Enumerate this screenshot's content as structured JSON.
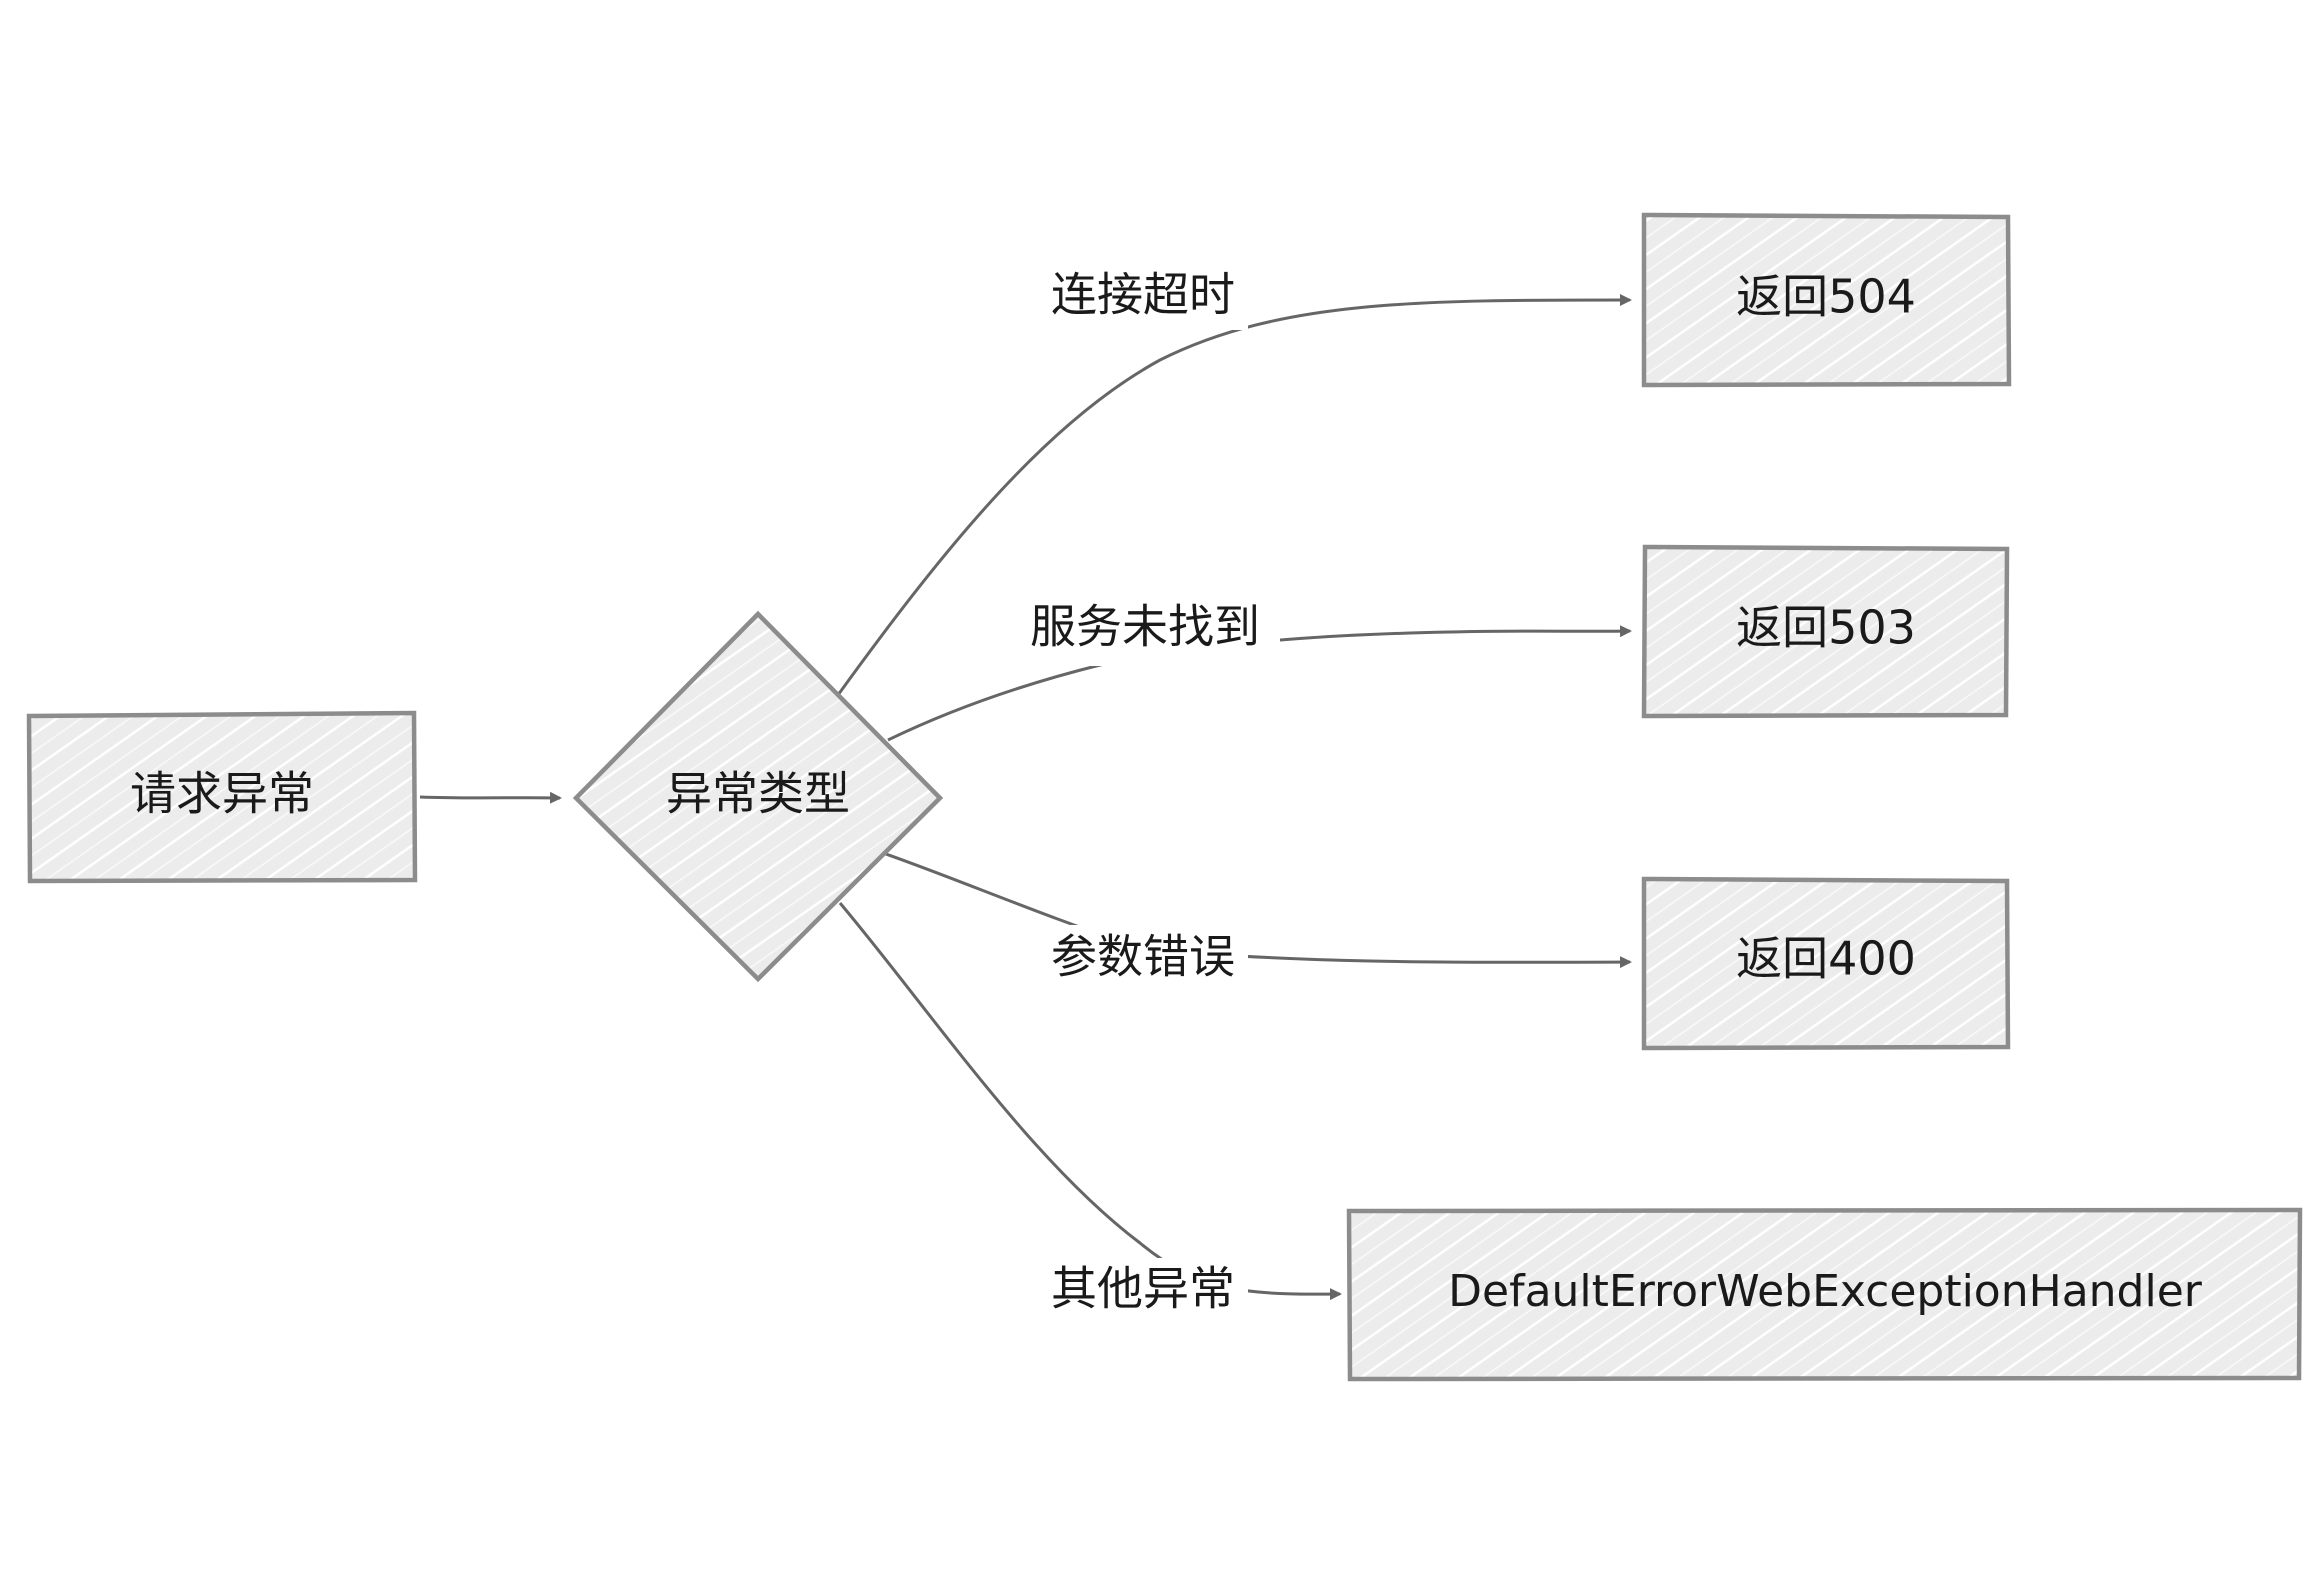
{
  "nodes": {
    "request_exception": "请求异常",
    "exception_type": "异常类型",
    "return_504": "返回504",
    "return_503": "返回503",
    "return_400": "返回400",
    "default_handler": "DefaultErrorWebExceptionHandler"
  },
  "edges": {
    "connect_timeout": "连接超时",
    "service_not_found": "服务未找到",
    "param_error": "参数错误",
    "other_exception": "其他异常"
  },
  "colors": {
    "node_fill": "#ececec",
    "node_hatch": "#ffffff",
    "node_stroke": "#8c8c8c",
    "edge_stroke": "#666666",
    "text": "#1a1a1a"
  }
}
